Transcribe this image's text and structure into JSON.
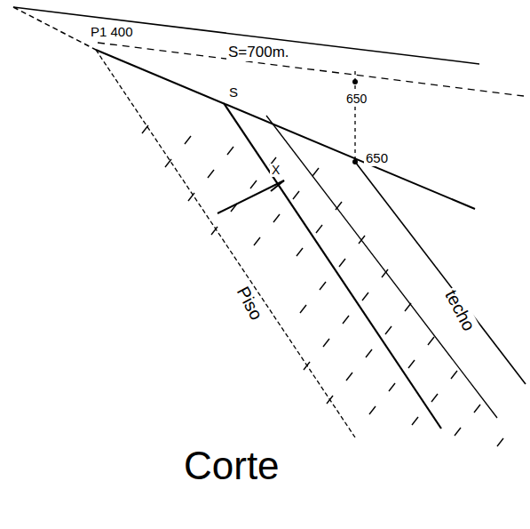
{
  "diagram": {
    "caption": "Corte",
    "labels": [
      "S=700m.",
      "P1 400",
      "650",
      "S",
      "650",
      "X",
      "Piso",
      "techo"
    ]
  }
}
